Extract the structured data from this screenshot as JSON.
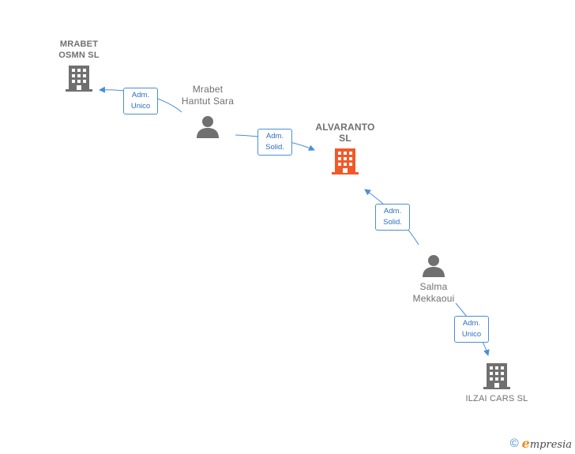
{
  "nodes": {
    "mrabet_osmn": {
      "label": "MRABET\nOSMN  SL"
    },
    "mrabet_hantut": {
      "label": "Mrabet\nHantut Sara"
    },
    "alvaranto": {
      "label": "ALVARANTO\nSL"
    },
    "salma": {
      "label": "Salma\nMekkaoui"
    },
    "ilzai": {
      "label": "ILZAI CARS  SL"
    }
  },
  "edges": {
    "e1": {
      "label": "Adm.\nUnico"
    },
    "e2": {
      "label": "Adm.\nSolid."
    },
    "e3": {
      "label": "Adm.\nSolid."
    },
    "e4": {
      "label": "Adm.\nUnico"
    }
  },
  "colors": {
    "accent": "#f05a28",
    "node": "#707070",
    "edge": "#4a8fd8"
  },
  "watermark": {
    "copyright": "©",
    "brand_initial": "e",
    "brand_rest": "mpresia"
  }
}
